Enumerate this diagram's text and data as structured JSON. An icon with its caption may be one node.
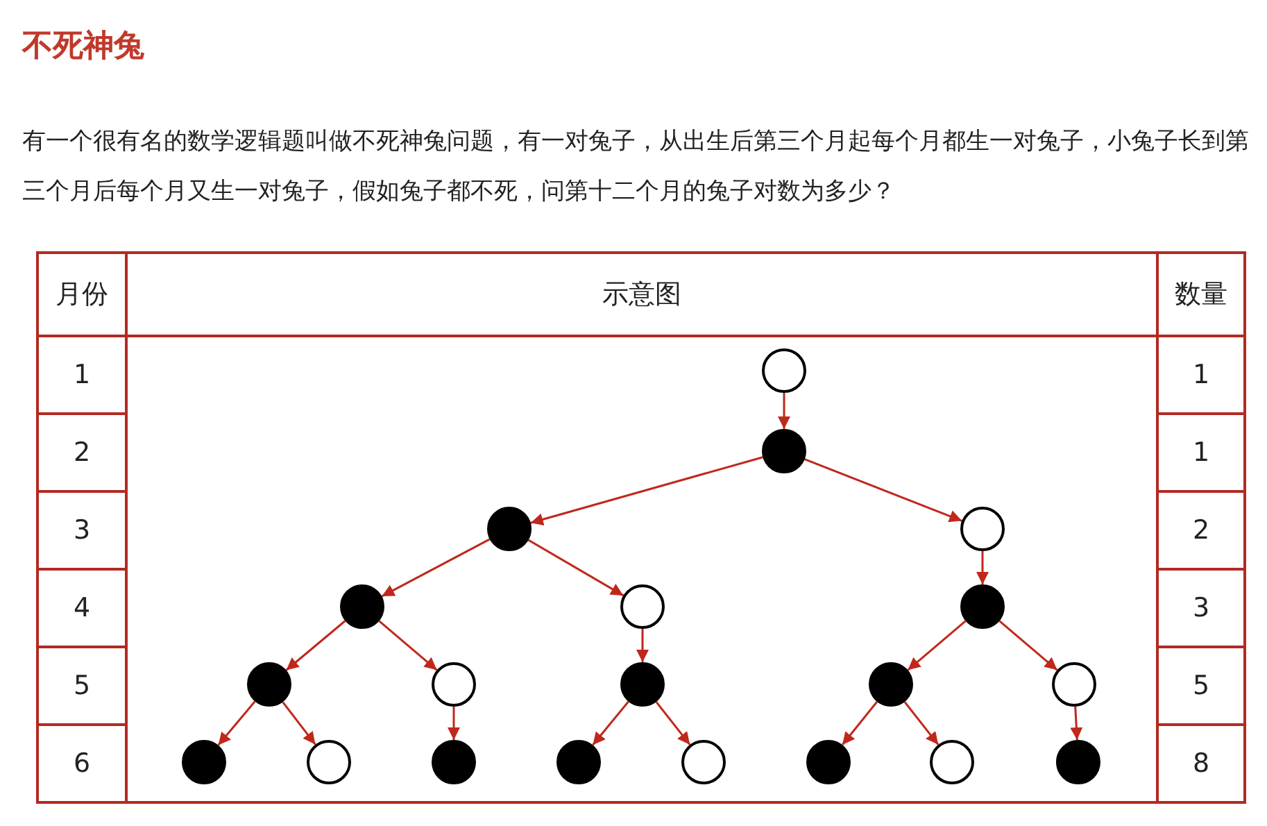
{
  "diagram": {
    "title": "不死神兔",
    "nodes": [
      {
        "text": [],
        "shape": "circle"
      },
      {
        "text": [],
        "shape": "circle"
      },
      {
        "text": [],
        "shape": "circle"
      },
      {
        "text": [],
        "shape": "circle"
      },
      {
        "text": [],
        "shape": "circle"
      },
      {
        "text": [],
        "shape": "circle"
      },
      {
        "text": [],
        "shape": "circle"
      },
      {
        "text": [],
        "shape": "circle"
      },
      {
        "text": [],
        "shape": "circle"
      },
      {
        "text": [],
        "shape": "circle"
      },
      {
        "text": [],
        "shape": "circle"
      },
      {
        "text": [],
        "shape": "circle"
      },
      {
        "text": [],
        "shape": "circle"
      },
      {
        "text": [],
        "shape": "circle"
      },
      {
        "text": [],
        "shape": "circle"
      },
      {
        "text": [],
        "shape": "circle"
      },
      {
        "text": [],
        "shape": "circle"
      },
      {
        "text": [],
        "shape": "circle"
      },
      {
        "text": [],
        "shape": "circle"
      },
      {
        "text": [],
        "shape": "circle"
      }
    ],
    "edges": [
      {
        "from": 0,
        "to": 1,
        "arrow": "to"
      },
      {
        "from": 1,
        "to": 2,
        "arrow": "to"
      },
      {
        "from": 1,
        "to": 3,
        "arrow": "to"
      },
      {
        "from": 2,
        "to": 4,
        "arrow": "to"
      },
      {
        "from": 2,
        "to": 5,
        "arrow": "to"
      },
      {
        "from": 3,
        "to": 6,
        "arrow": "to"
      },
      {
        "from": 4,
        "to": 7,
        "arrow": "to"
      },
      {
        "from": 4,
        "to": 8,
        "arrow": "to"
      },
      {
        "from": 5,
        "to": 9,
        "arrow": "to"
      },
      {
        "from": 6,
        "to": 10,
        "arrow": "to"
      },
      {
        "from": 6,
        "to": 11,
        "arrow": "to"
      },
      {
        "from": 7,
        "to": 12,
        "arrow": "to"
      },
      {
        "from": 7,
        "to": 13,
        "arrow": "to"
      },
      {
        "from": 8,
        "to": 14,
        "arrow": "to"
      },
      {
        "from": 9,
        "to": 15,
        "arrow": "to"
      },
      {
        "from": 9,
        "to": 16,
        "arrow": "to"
      },
      {
        "from": 10,
        "to": 17,
        "arrow": "to"
      },
      {
        "from": 10,
        "to": 18,
        "arrow": "to"
      },
      {
        "from": 11,
        "to": 19,
        "arrow": "to"
      }
    ],
    "labels": [
      "有一个很有名的数学逻辑题叫做不死神兔问题，有一对兔子，从出生后第三个月起每个月都生一对兔子，小兔子长到第三个月后每个月又生一对兔子，假如兔子都不死，问第十二个月的兔子对数为多少？",
      "月份",
      "示意图",
      "数量",
      "1",
      "1",
      "2",
      "1",
      "3",
      "2",
      "4",
      "3",
      "5",
      "5",
      "6",
      "8"
    ]
  }
}
